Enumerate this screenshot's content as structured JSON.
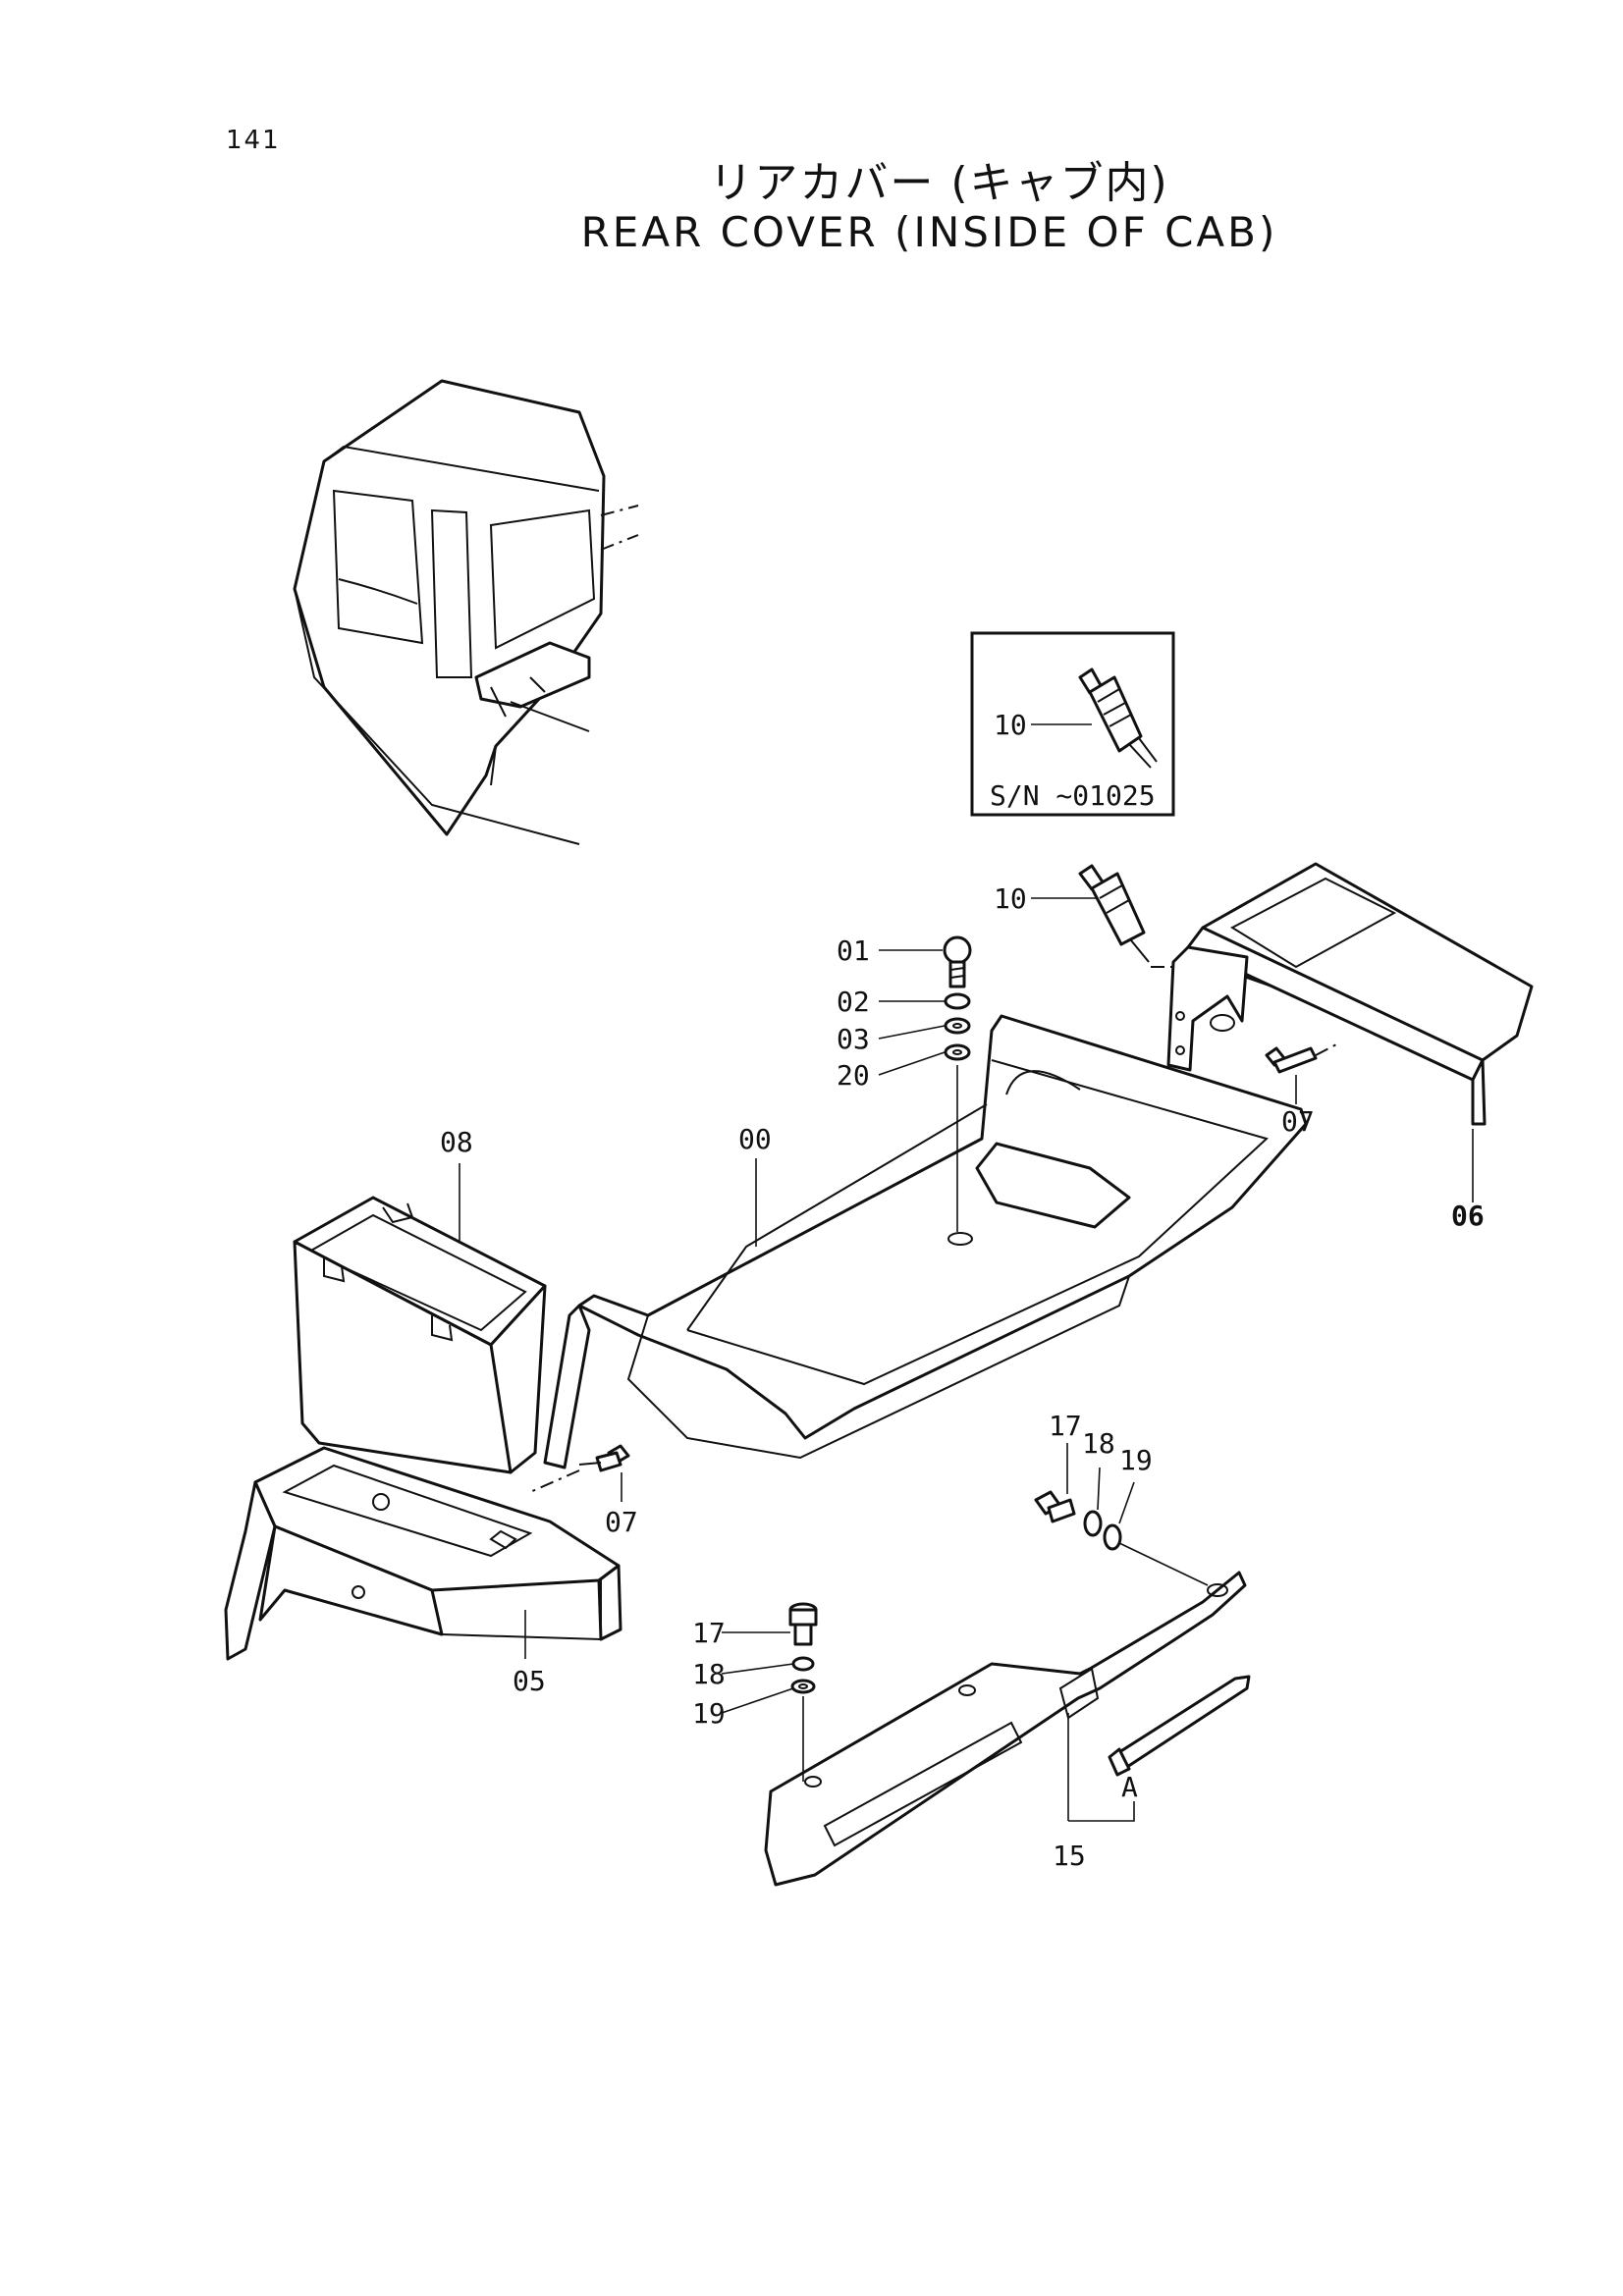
{
  "page_number": "141",
  "title_jp": "リアカバー (キャブ内)",
  "title_en": "REAR COVER (INSIDE OF CAB)",
  "inset": {
    "callout": "10",
    "serial_note": "S/N ~01025"
  },
  "callouts": {
    "p00": "00",
    "p01": "01",
    "p02": "02",
    "p03": "03",
    "p20": "20",
    "p05": "05",
    "p06": "06",
    "p07_right": "07",
    "p07_left": "07",
    "p08": "08",
    "p10": "10",
    "p15": "15",
    "p17_top": "17",
    "p18_top": "18",
    "p19_top": "19",
    "p17_bot": "17",
    "p18_bot": "18",
    "p19_bot": "19",
    "detail_a": "A"
  }
}
